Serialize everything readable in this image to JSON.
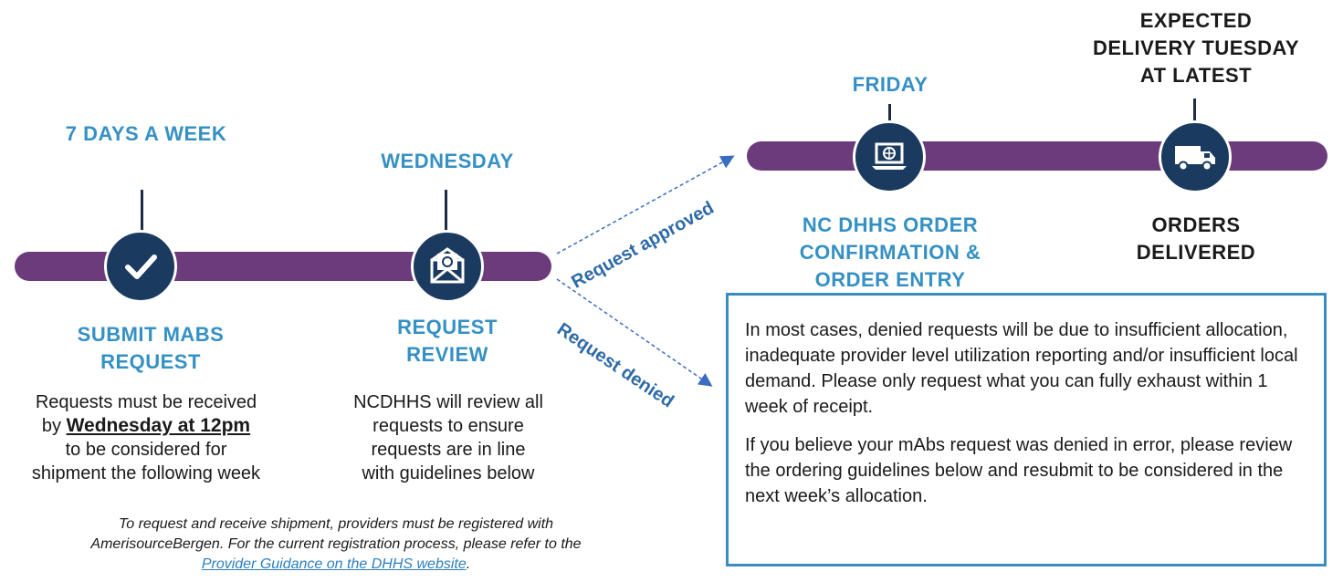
{
  "steps": [
    {
      "heading": "7 DAYS A WEEK",
      "label_line1": "SUBMIT MABS",
      "label_line2": "REQUEST",
      "icon": "check-icon"
    },
    {
      "heading": "WEDNESDAY",
      "label_line1": "REQUEST",
      "label_line2": "REVIEW",
      "icon": "email-icon"
    },
    {
      "heading": "FRIDAY",
      "label_line1": "NC DHHS ORDER",
      "label_line2": "CONFIRMATION &",
      "label_line3": "ORDER ENTRY",
      "icon": "laptop-globe-icon"
    },
    {
      "heading_line1": "EXPECTED",
      "heading_line2": "DELIVERY TUESDAY",
      "heading_line3": "AT LATEST",
      "label_line1": "ORDERS",
      "label_line2": "DELIVERED",
      "icon": "delivery-truck-icon"
    }
  ],
  "submit_desc": {
    "line1": "Requests must be received",
    "by": "by",
    "deadline": "Wednesday at 12pm",
    "line3": "to be considered for",
    "line4": "shipment the following week"
  },
  "review_desc": {
    "line1": "NCDHHS will review all",
    "line2": "requests to ensure",
    "line3": "requests are in line",
    "line4": "with guidelines below"
  },
  "arrows": {
    "approved": "Request approved",
    "denied": "Request denied"
  },
  "footnote": {
    "line1": "To request and receive shipment, providers must be registered with",
    "line2": "AmerisourceBergen. For the current registration process, please refer to the",
    "link": "Provider Guidance on the DHHS website",
    "tail": "."
  },
  "info_box": {
    "p1": "In most cases, denied requests will be due to insufficient allocation, inadequate provider level utilization reporting and/or insufficient local demand. Please only request what you can fully exhaust within 1 week of receipt.",
    "p2": "If you believe your mAbs request was denied in error, please review the ordering guidelines below and resubmit to be considered in the next week’s allocation."
  },
  "colors": {
    "timeline": "#6c3b7c",
    "node": "#1b3a5f",
    "heading": "#3590c4",
    "arrow": "#3a6cc0",
    "box_border": "#3a8cc0"
  }
}
